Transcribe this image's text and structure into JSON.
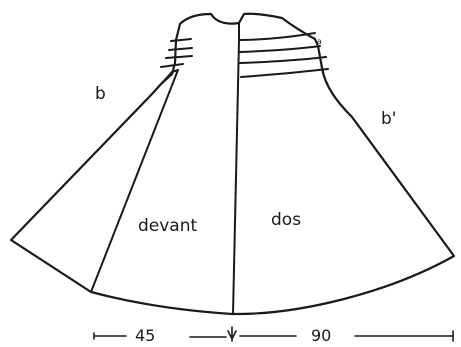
{
  "labels": {
    "devant": "devant",
    "dos": "dos",
    "b": "b",
    "b_prime": "b'",
    "notch_mark": "a"
  },
  "dimensions": {
    "front_width": "45",
    "back_width": "90"
  }
}
